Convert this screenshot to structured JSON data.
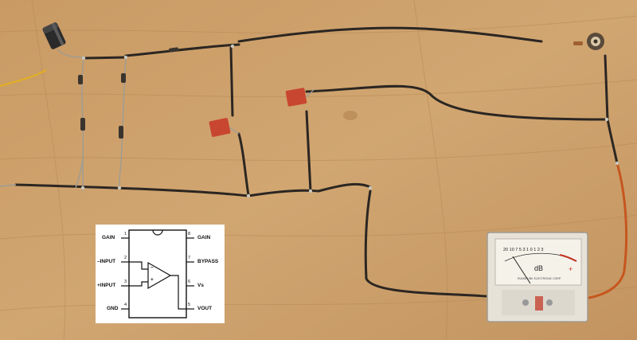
{
  "ic_pinout": {
    "pins": [
      {
        "num": "1",
        "label": "GAIN"
      },
      {
        "num": "2",
        "label": "–INPUT"
      },
      {
        "num": "3",
        "label": "+INPUT"
      },
      {
        "num": "4",
        "label": "GND"
      },
      {
        "num": "8",
        "label": "GAIN"
      },
      {
        "num": "7",
        "label": "BYPASS"
      },
      {
        "num": "6",
        "label": "Vs"
      },
      {
        "num": "5",
        "label": "VOUT"
      }
    ],
    "opamp_minus": "−",
    "opamp_plus": "+"
  },
  "vu_meter": {
    "scale_text": "20 10 7 5 3 1 0 1 2 3",
    "unit": "dB",
    "plus_mark": "+",
    "brand": "RUNDFUNK ELECTRONIC CORP."
  },
  "colors": {
    "table": "#c79a66",
    "wire": "#2b2622",
    "capacitor": "#c8462f",
    "meter_lead": "#c6561e"
  }
}
